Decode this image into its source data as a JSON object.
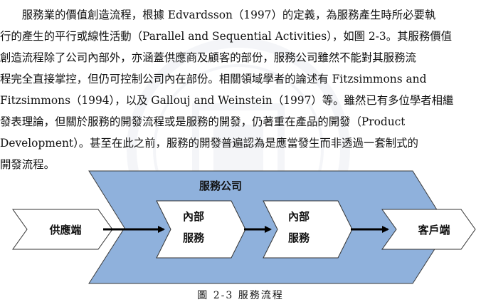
{
  "paragraph": {
    "lines": [
      "　　服務業的價值創造流程，根據 Edvardsson（1997）的定義，為服務產生時所必要執",
      "行的產生的平行或線性活動（Parallel and Sequential Activities），如圖 2-3。其服務價值",
      "創造流程除了公司內部外，亦涵蓋供應商及顧客的部份，服務公司雖然不能對其服務流",
      "程完全直接掌控，但仍可控制公司內在部份。相關領域學者的論述有 Fitzsimmons and",
      "Fitzsimmons（1994），以及 Gallouj and Weinstein（1997）等。雖然已有多位學者相繼",
      "發表理論，但關於服務的開發流程或是服務的開發，仍著重在產品的開發（Product",
      "Development）。甚至在此之前，服務的開發普遍認為是應當發生而非透過一套制式的",
      "開發流程。"
    ]
  },
  "diagram": {
    "company_label": "服務公司",
    "supplier_label": "供應端",
    "internal1_line1": "內部",
    "internal1_line2": "服務",
    "internal2_line1": "內部",
    "internal2_line2": "服務",
    "customer_label": "客戶端",
    "colors": {
      "company_fill": "#8fb1dc",
      "company_stroke": "#3a3a3a",
      "node_fill": "#ffffff",
      "arrow": "#000000"
    }
  },
  "caption": "圖 2-3 服務流程"
}
